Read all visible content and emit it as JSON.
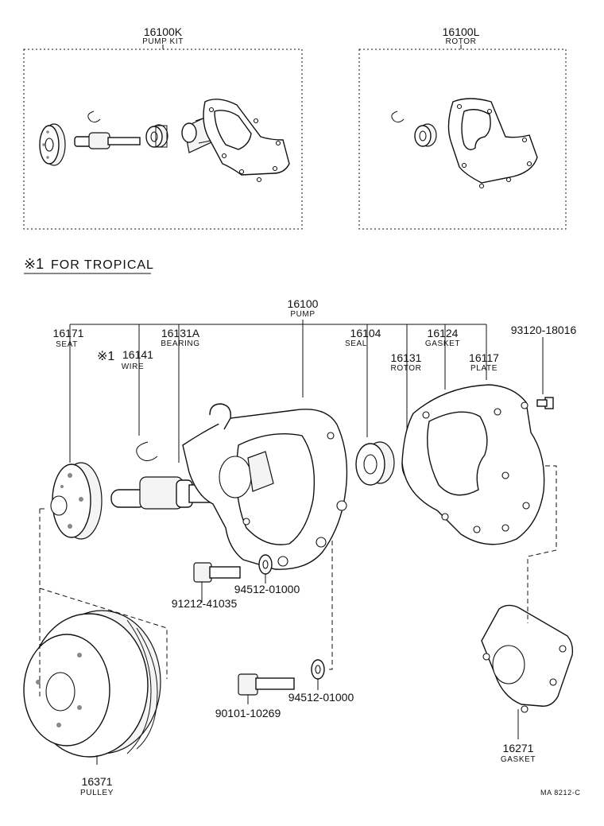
{
  "kit_box": {
    "part_number": "16100K",
    "name": "PUMP KIT"
  },
  "rotor_box": {
    "part_number": "16100L",
    "name": "ROTOR"
  },
  "tropical_note": {
    "symbol": "※1",
    "text": "FOR TROPICAL"
  },
  "parts": {
    "pump": {
      "number": "16100",
      "name": "PUMP"
    },
    "seat": {
      "number": "16171",
      "name": "SEAT"
    },
    "bearing": {
      "number": "16131A",
      "name": "BEARING"
    },
    "wire": {
      "symbol": "※1",
      "number": "16141",
      "name": "WIRE"
    },
    "seal": {
      "number": "16104",
      "name": "SEAL"
    },
    "rotor": {
      "number": "16131",
      "name": "ROTOR"
    },
    "gasket_top": {
      "number": "16124",
      "name": "GASKET"
    },
    "plate": {
      "number": "16117",
      "name": "PLATE"
    },
    "plate_bolt": {
      "number": "93120-18016"
    },
    "washer_upper": {
      "number": "94512-01000"
    },
    "bolt_upper": {
      "number": "91212-41035"
    },
    "washer_lower": {
      "number": "94512-01000"
    },
    "bolt_lower": {
      "number": "90101-10269"
    },
    "gasket_bottom": {
      "number": "16271",
      "name": "GASKET"
    },
    "pulley": {
      "number": "16371",
      "name": "PULLEY"
    }
  },
  "figure_code": "MA 8212-C"
}
